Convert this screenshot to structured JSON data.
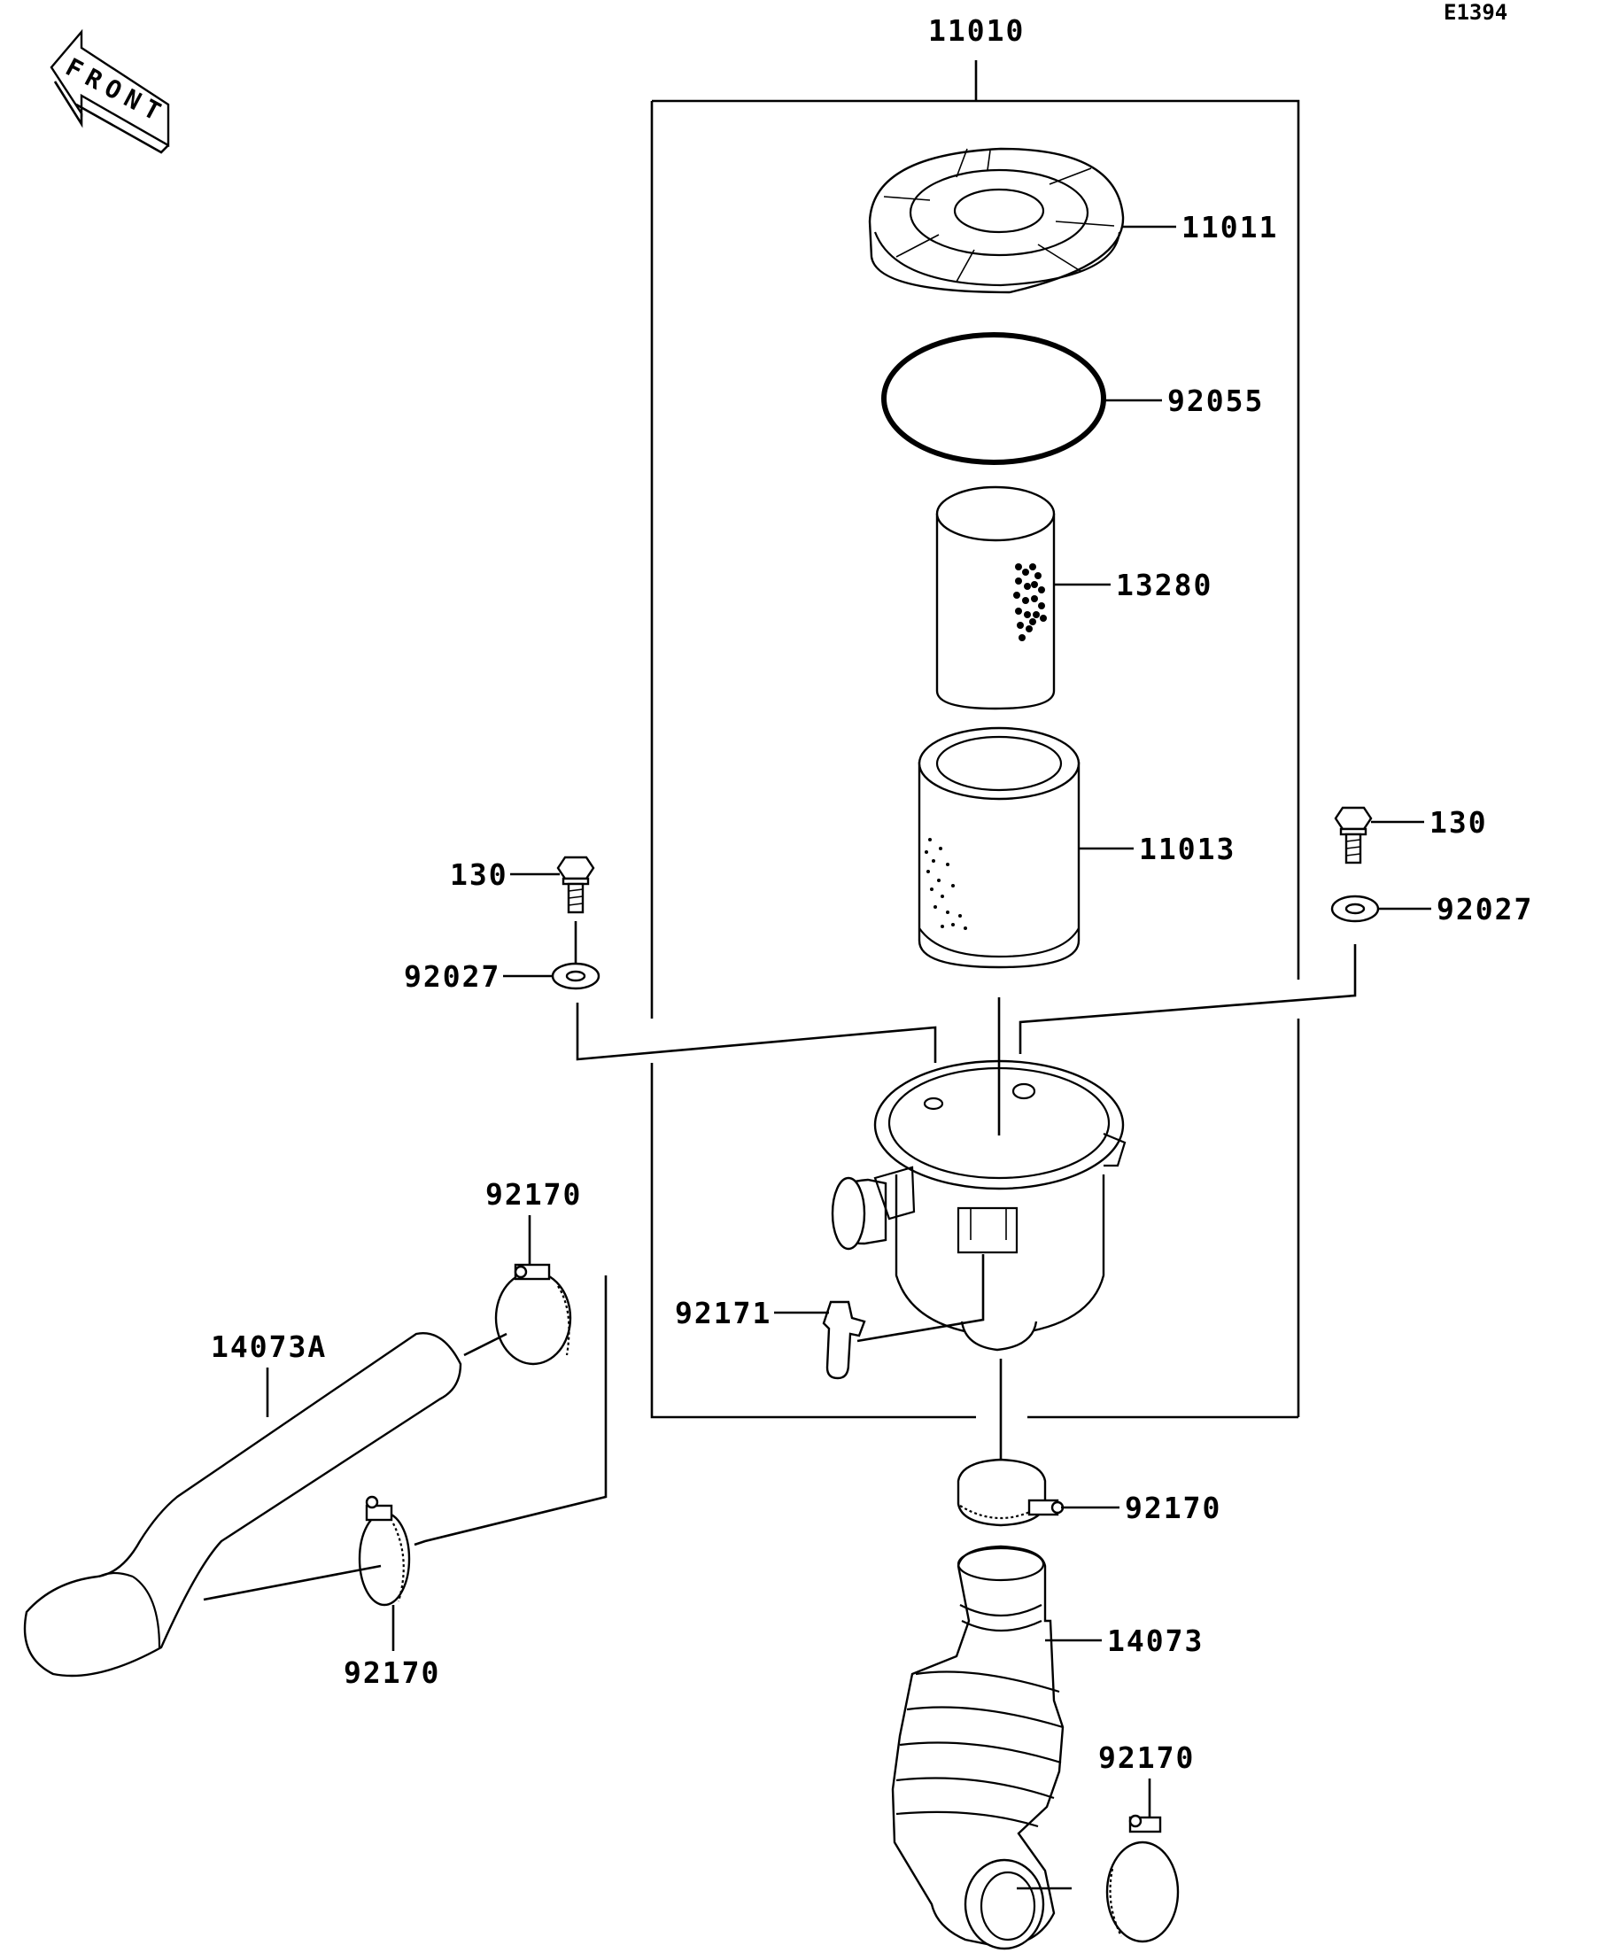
{
  "diagram_code": "E1394",
  "front_arrow_text": "FRONT",
  "parts": {
    "assembly": "11010",
    "cap": "11011",
    "gasket": "92055",
    "pre_filter": "13280",
    "filter_element": "11013",
    "bolt_left": "130",
    "bolt_right": "130",
    "washer_left": "92027",
    "washer_right": "92027",
    "clamp_top": "92170",
    "duct_intake": "14073A",
    "clamp_duct_lower": "92170",
    "bracket": "92171",
    "clamp_outlet": "92170",
    "duct_outlet": "14073",
    "clamp_bottom": "92170"
  }
}
